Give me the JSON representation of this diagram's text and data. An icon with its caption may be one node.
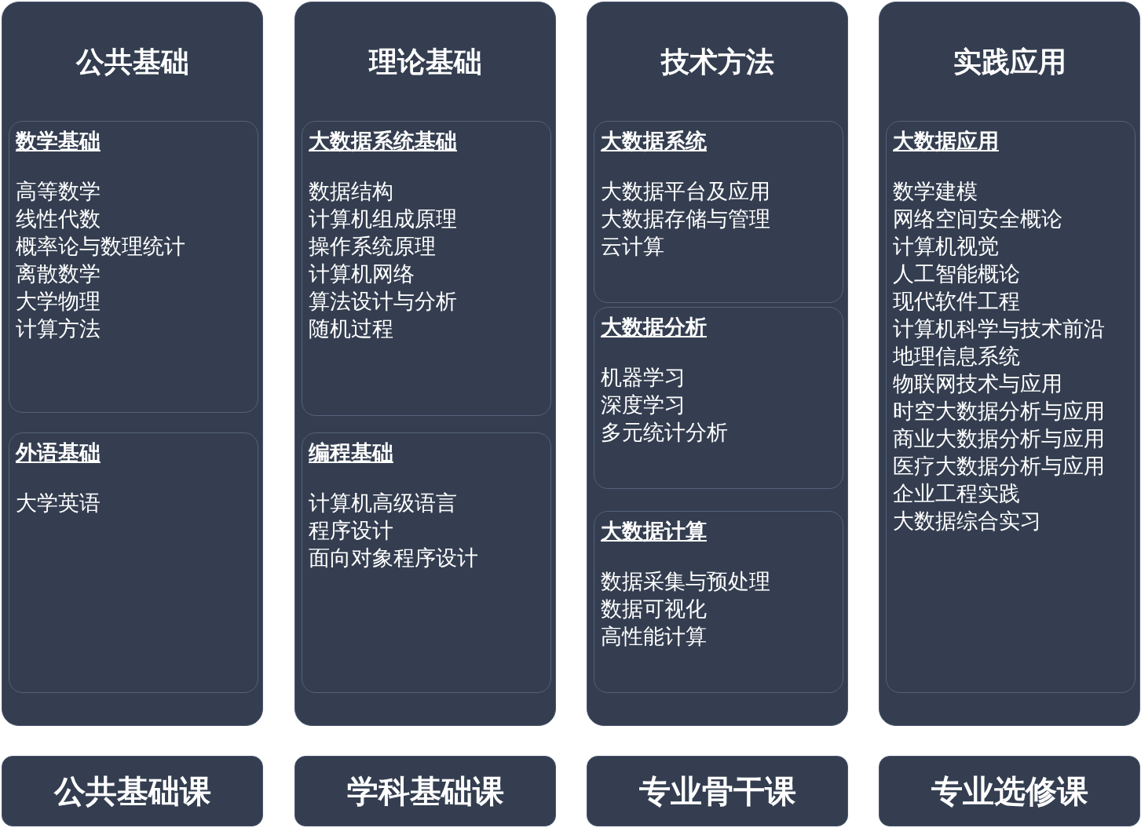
{
  "diagram": {
    "nodes": [
      {
        "text": [
          "公共基础"
        ]
      },
      {
        "text": [
          "数学基础",
          "高等数学",
          "线性代数",
          "概率论与数理统计",
          "离散数学",
          "大学物理",
          "计算方法"
        ],
        "in": 0
      },
      {
        "text": [
          "外语基础",
          "大学英语"
        ],
        "in": 0
      },
      {
        "text": [
          "理论基础"
        ]
      },
      {
        "text": [
          "大数据系统基础",
          "数据结构",
          "计算机组成原理",
          "操作系统原理",
          "计算机网络",
          "算法设计与分析",
          "随机过程"
        ],
        "in": 3
      },
      {
        "text": [
          "编程基础",
          "计算机高级语言",
          "程序设计",
          "面向对象程序设计"
        ],
        "in": 3
      },
      {
        "text": [
          "技术方法"
        ]
      },
      {
        "text": [
          "大数据系统",
          "大数据平台及应用",
          "大数据存储与管理",
          "云计算"
        ],
        "in": 6
      },
      {
        "text": [
          "大数据分析",
          "机器学习",
          "深度学习",
          "多元统计分析"
        ],
        "in": 6
      },
      {
        "text": [
          "大数据计算",
          "数据采集与预处理",
          "数据可视化",
          "高性能计算"
        ],
        "in": 6
      },
      {
        "text": [
          "实践应用"
        ]
      },
      {
        "text": [
          "大数据应用",
          "数学建模",
          "网络空间安全概论",
          "计算机视觉",
          "人工智能概论",
          "现代软件工程",
          "计算机科学与技术前沿",
          "地理信息系统",
          "物联网技术与应用",
          "时空大数据分析与应用",
          "商业大数据分析与应用",
          "医疗大数据分析与应用",
          "企业工程实践",
          "大数据综合实习"
        ],
        "in": 10
      },
      {
        "text": [
          "公共基础课"
        ]
      },
      {
        "text": [
          "学科基础课"
        ]
      },
      {
        "text": [
          "专业骨干课"
        ]
      },
      {
        "text": [
          "专业选修课"
        ]
      }
    ]
  }
}
